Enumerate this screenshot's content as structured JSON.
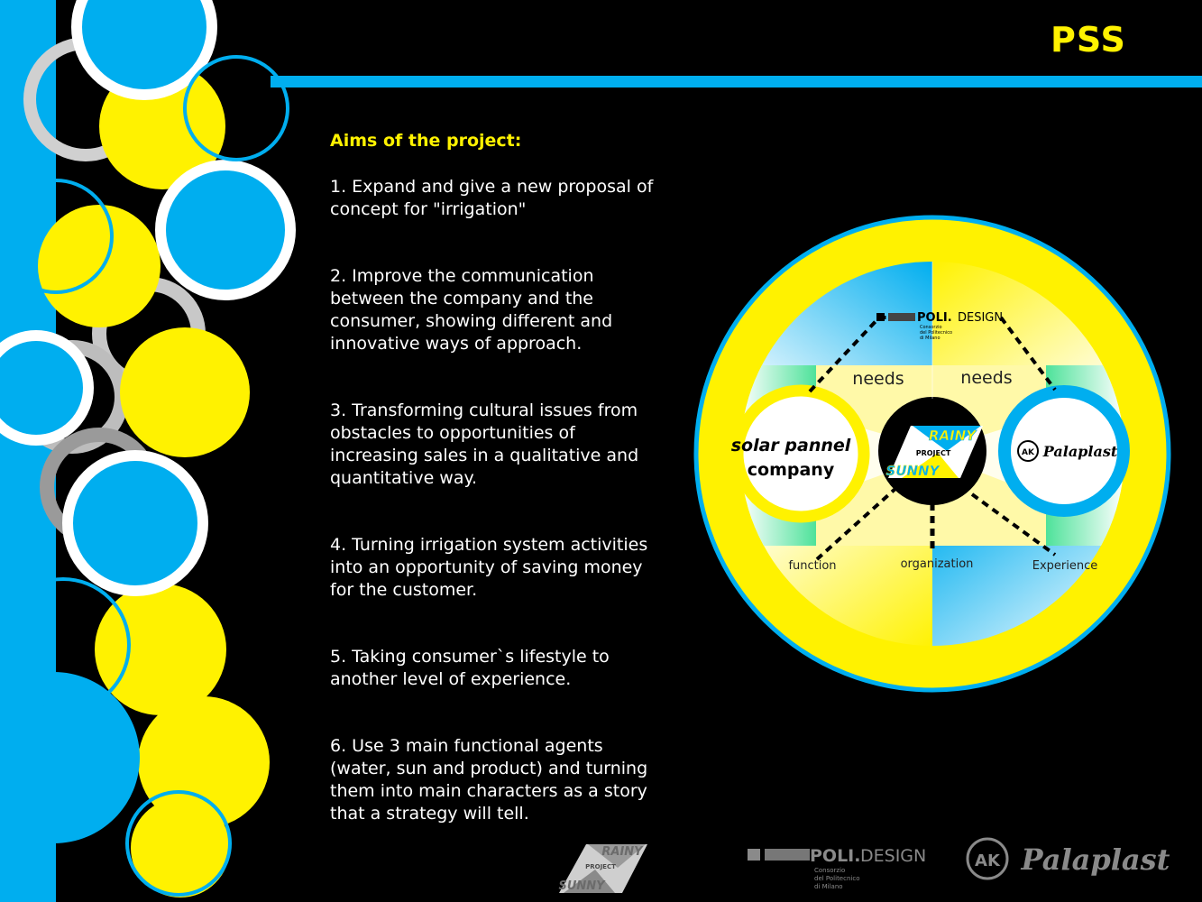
{
  "header": {
    "title": "PSS"
  },
  "aims": {
    "heading": "Aims of the project:",
    "items": [
      "1. Expand and give a new proposal of\nconcept for \"irrigation\"",
      "2. Improve the communication\nbetween the company and the\nconsumer, showing different and\ninnovative ways of approach.",
      "3. Transforming cultural issues from\nobstacles to opportunities of\nincreasing sales in a qualitative and\nquantitative way.",
      "4. Turning irrigation system activities\ninto an opportunity of saving money\nfor the customer.",
      "5. Taking consumer`s  lifestyle to\nanother level of experience.",
      "6. Use 3 main functional agents\n(water, sun and product) and turning\nthem into main characters as a story\nthat a strategy will tell."
    ]
  },
  "diagram": {
    "needs_left": "needs",
    "needs_right": "needs",
    "left_circle_line1": "solar pannel",
    "left_circle_line2": "company",
    "right_circle_brand": "Palaplast",
    "right_circle_mark": "AK",
    "center_top": "RAINY",
    "center_mid": "PROJECT",
    "center_bottom": "SUNNY",
    "poli_word": "POLI.",
    "poli_design": "DESIGN",
    "poli_sub1": "Consorzio",
    "poli_sub2": "del Politecnico",
    "poli_sub3": "di Milano",
    "bottom_left": "function",
    "bottom_mid": "organization",
    "bottom_right": "Experience"
  },
  "footer": {
    "logo_top": "RAINY",
    "logo_mid": "PROJECT",
    "logo_bottom": "SUNNY",
    "poli_word": "POLI.",
    "poli_design": "DESIGN",
    "poli_sub1": "Consorzio",
    "poli_sub2": "del Politecnico",
    "poli_sub3": "di Milano",
    "palaplast_mark": "AK",
    "palaplast": "Palaplast"
  },
  "colors": {
    "blue": "#00aeef",
    "yellow": "#fff200",
    "black": "#000000",
    "white": "#ffffff",
    "green": "#4ee29a",
    "gray": "#9a9a9a"
  }
}
